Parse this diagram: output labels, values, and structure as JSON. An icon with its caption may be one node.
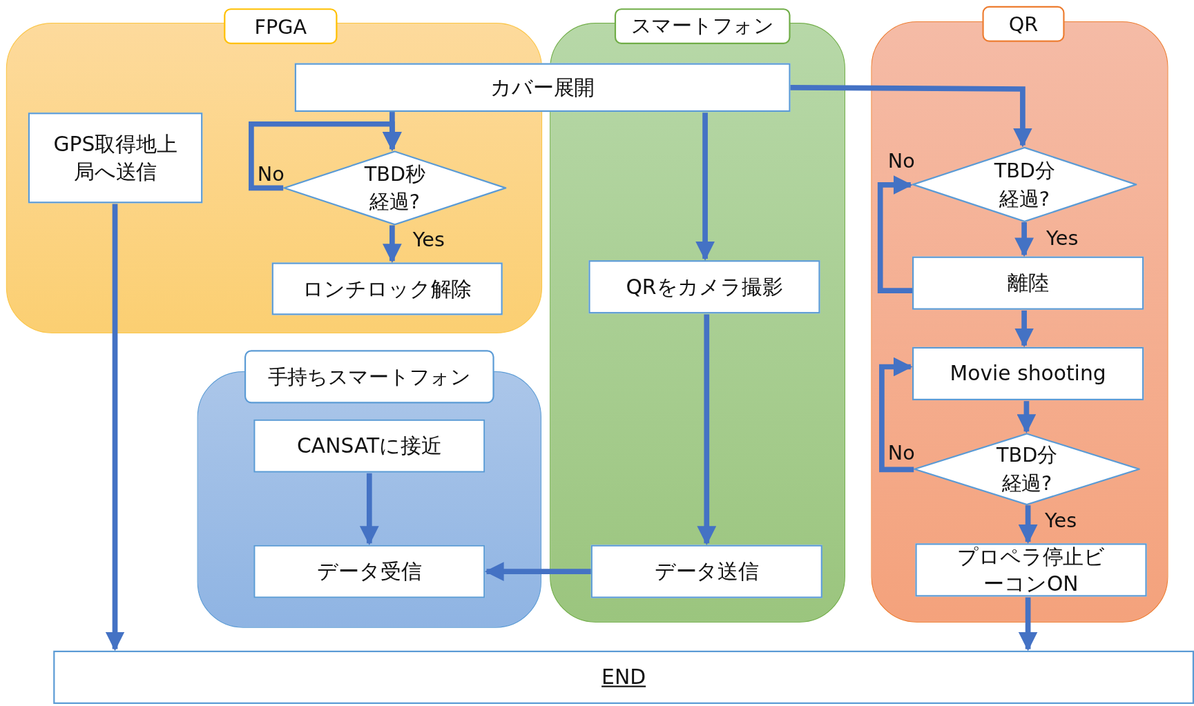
{
  "diagram": {
    "nodes": [
      {
        "text": [
          "FPGA"
        ]
      },
      {
        "text": [
          "スマートフォン"
        ]
      },
      {
        "text": [
          "QR"
        ]
      },
      {
        "text": [],
        "shape": "box"
      },
      {
        "text": [
          "カバー展開"
        ]
      },
      {
        "text": [
          "GPS取得地上局へ送信"
        ],
        "in": 0
      },
      {
        "text": [
          "TBD秒経過?"
        ],
        "in": 0
      },
      {
        "text": [
          "ロンチロック解除"
        ],
        "in": 0
      },
      {
        "text": [
          "QRをカメラ撮影"
        ],
        "in": 1
      },
      {
        "text": [
          "データ送信"
        ],
        "in": 1
      },
      {
        "text": [
          "TBD分経過?"
        ],
        "in": 2
      },
      {
        "text": [
          "離陸"
        ],
        "in": 2
      },
      {
        "text": [
          "Movie shooting"
        ],
        "in": 2
      },
      {
        "text": [
          "TBD分経過?"
        ],
        "in": 2
      },
      {
        "text": [
          "プロペラ停止ビーコンON"
        ],
        "in": 2
      },
      {
        "text": [
          "CANSATに接近"
        ],
        "in": 3
      },
      {
        "text": [
          "データ受信"
        ],
        "in": 3
      },
      {
        "text": [
          "END"
        ]
      },
      {
        "text": [
          "手持ちスマートフォン"
        ]
      }
    ],
    "edges": [
      {
        "from": 4,
        "to": 6,
        "arrow": "to"
      },
      {
        "from": 6,
        "to": 6,
        "arrow": "to",
        "label": "No"
      },
      {
        "from": 6,
        "to": 7,
        "arrow": "to",
        "label": "Yes"
      },
      {
        "from": 4,
        "to": 10,
        "arrow": "to"
      },
      {
        "from": 4,
        "to": 8,
        "arrow": "to"
      },
      {
        "from": 8,
        "to": 9,
        "arrow": "to"
      },
      {
        "from": 9,
        "to": 16,
        "arrow": "to"
      },
      {
        "from": 15,
        "to": 16,
        "arrow": "to"
      },
      {
        "from": 10,
        "to": 11,
        "arrow": "to",
        "label": "Yes"
      },
      {
        "from": 11,
        "to": 10,
        "arrow": "to",
        "label": "No"
      },
      {
        "from": 11,
        "to": 12,
        "arrow": "to"
      },
      {
        "from": 12,
        "to": 13,
        "arrow": "to"
      },
      {
        "from": 13,
        "to": 12,
        "arrow": "to",
        "label": "No"
      },
      {
        "from": 13,
        "to": 14,
        "arrow": "to",
        "label": "Yes"
      },
      {
        "from": 14,
        "to": 17,
        "arrow": "to"
      },
      {
        "from": 5,
        "to": 17,
        "arrow": "to"
      }
    ]
  }
}
